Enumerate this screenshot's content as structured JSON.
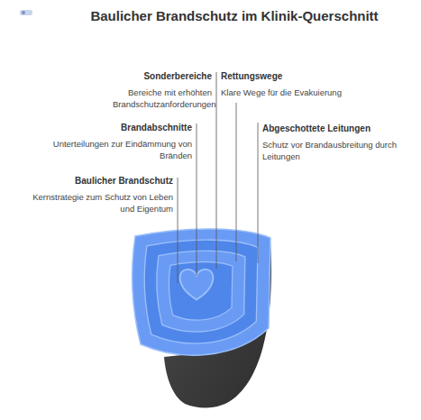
{
  "diagram": {
    "title": "Baulicher Brandschutz im Klinik-Querschnitt",
    "nodes": [
      {
        "text": [
          "Abgeschottete Leitungen",
          "Schutz vor Brandausbreitung durch Leitungen"
        ]
      },
      {
        "text": [
          "Rettungswege",
          "Klare Wege für die Evakuierung"
        ],
        "in": 0
      },
      {
        "text": [
          "Sonderbereiche",
          "Bereiche mit erhöhten Brandschutzanforderungen"
        ],
        "in": 1
      },
      {
        "text": [
          "Brandabschnitte",
          "Unterteilungen zur Eindämmung von Bränden"
        ],
        "in": 2
      },
      {
        "text": [
          "Baulicher Brandschutz",
          "Kernstrategie zum Schutz von Leben und Eigentum"
        ],
        "in": 3
      }
    ]
  }
}
